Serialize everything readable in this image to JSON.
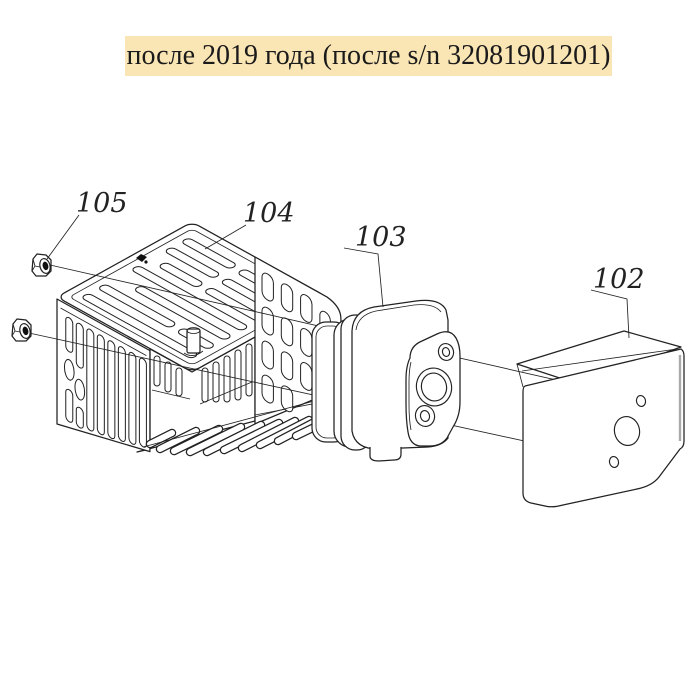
{
  "title": {
    "text": "после 2019 года (после s/n 32081901201)",
    "bg_color": "#fae5b5"
  },
  "diagram": {
    "type": "exploded-parts-diagram",
    "line_color": "#222222",
    "part_labels": [
      {
        "text": "105"
      },
      {
        "text": "104"
      },
      {
        "text": "103"
      },
      {
        "text": "102"
      }
    ]
  }
}
